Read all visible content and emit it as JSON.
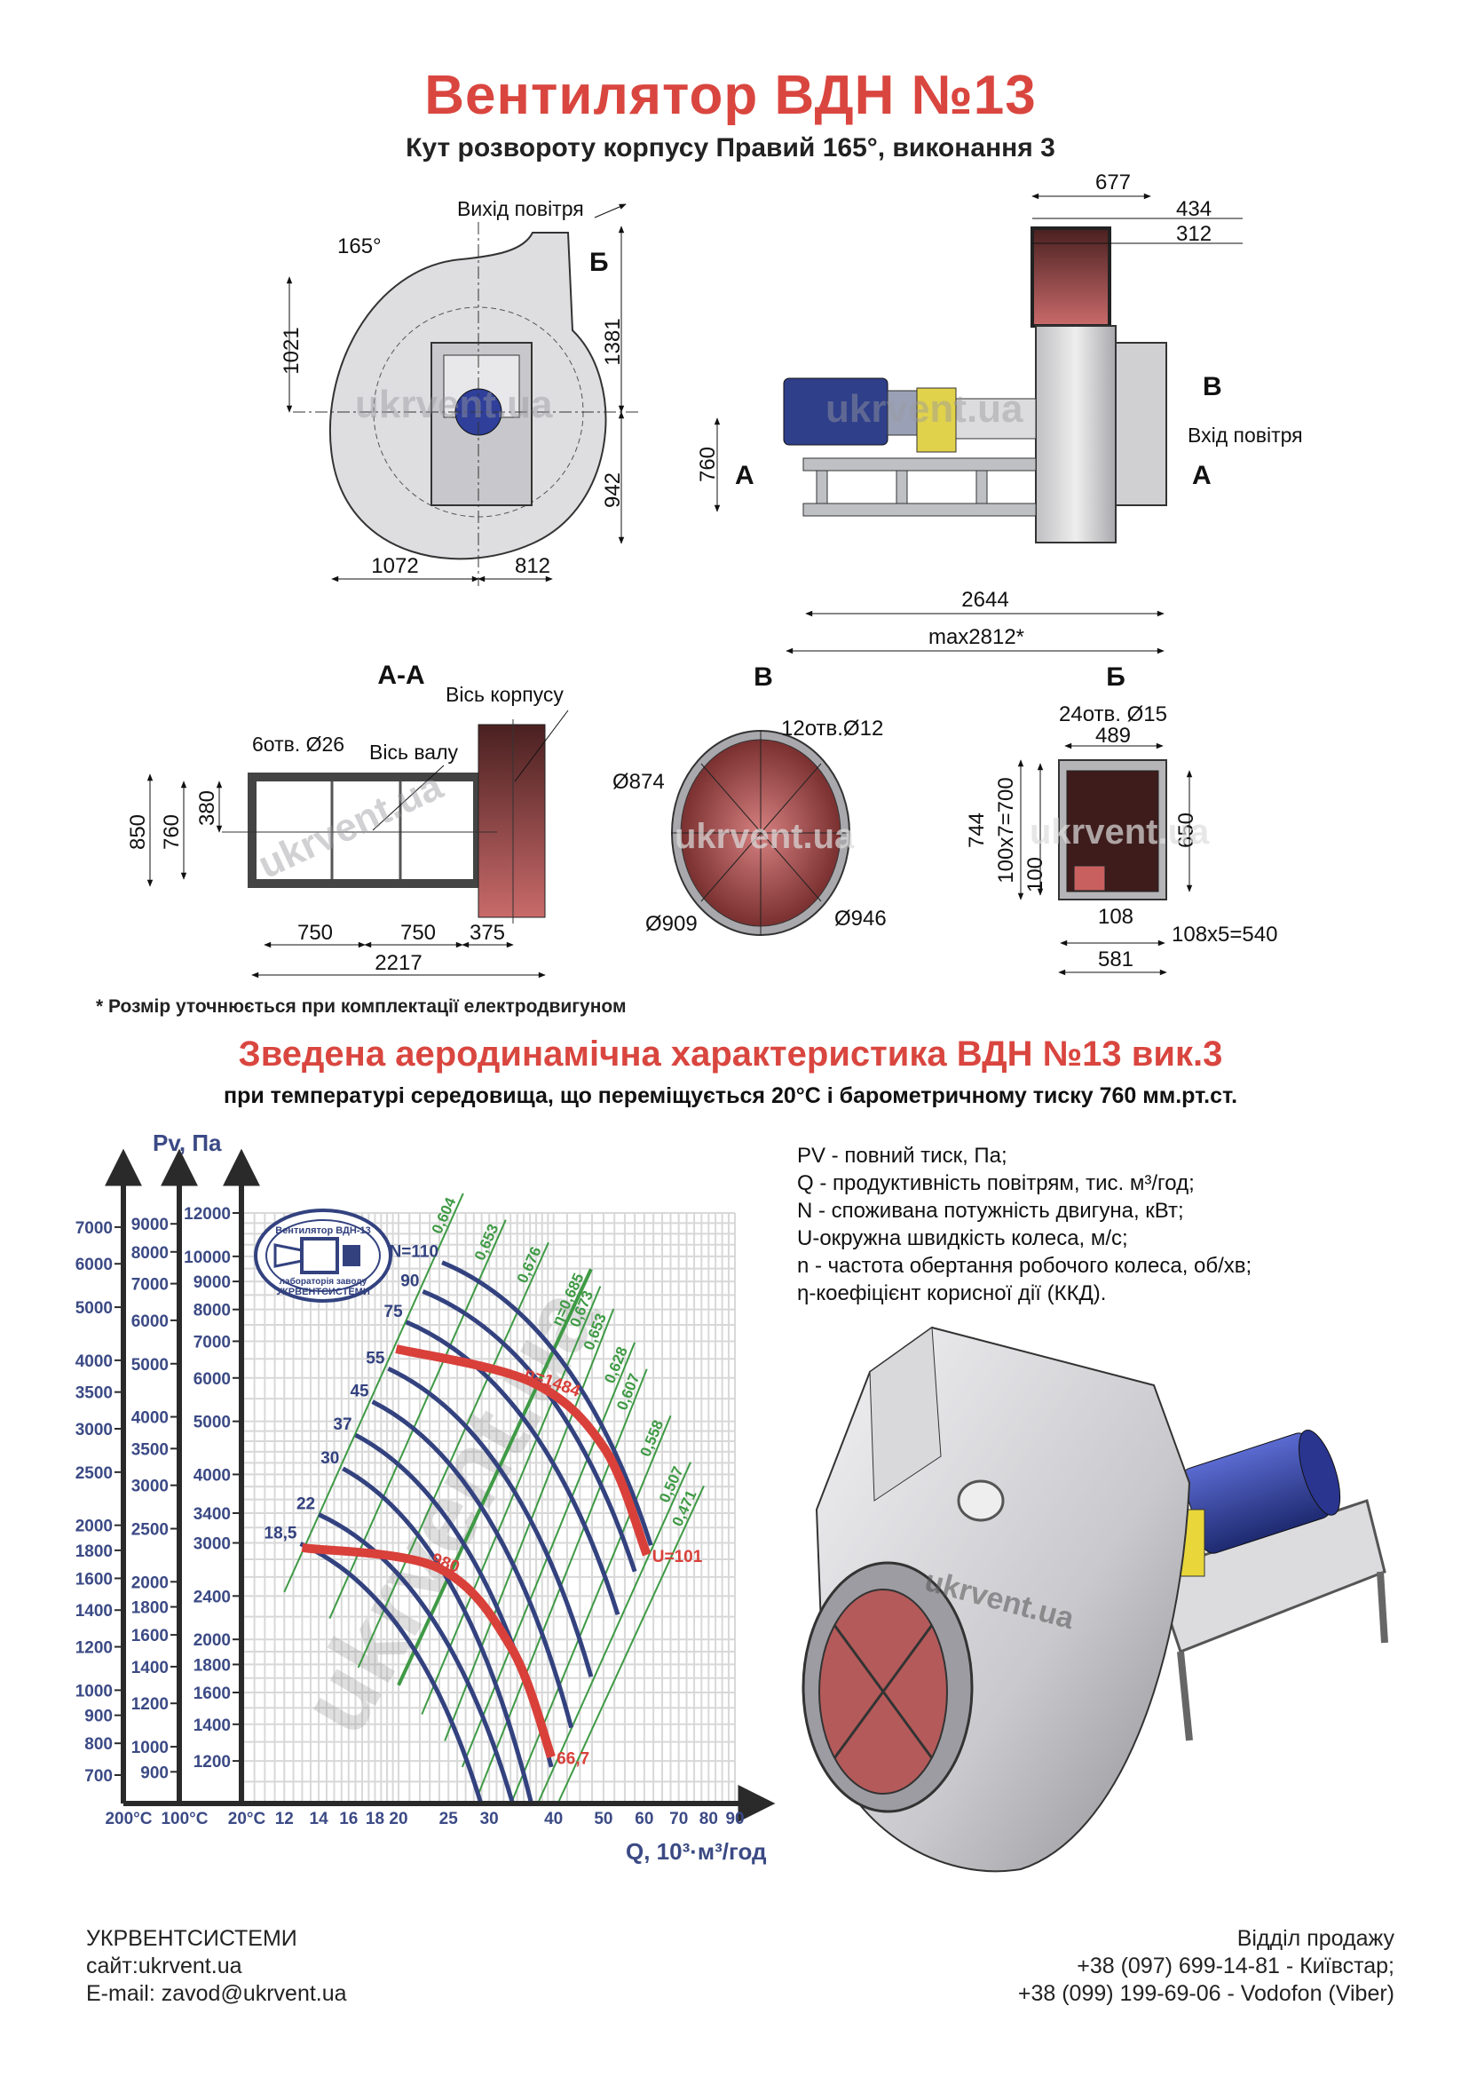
{
  "header": {
    "title": "Вентилятор  ВДН №13",
    "subtitle": "Кут розвороту корпусу Правий 165°, виконання 3"
  },
  "drawings": {
    "front_view": {
      "angle": "165°",
      "outlet_label": "Вихід повітря",
      "section_mark": "Б",
      "dims": {
        "height_upper": "1021",
        "height_outlet": "1381",
        "height_lower": "942",
        "width_left": "1072",
        "width_right": "812"
      }
    },
    "side_view": {
      "dims": {
        "top_677": "677",
        "top_434": "434",
        "top_312": "312",
        "height_760": "760",
        "length": "2644",
        "length_max": "max2812*"
      },
      "inlet_label": "Вхід повітря",
      "mark_b": "B",
      "mark_a_left": "А",
      "mark_a_right": "А"
    },
    "section_aa": {
      "title": "А-А",
      "case_axis": "Вісь корпусу",
      "shaft_axis": "Вісь валу",
      "holes": "6отв. Ø26",
      "dims": {
        "h850": "850",
        "h760": "760",
        "h380": "380",
        "w750a": "750",
        "w750b": "750",
        "w375": "375",
        "w2217": "2217"
      }
    },
    "view_b": {
      "title": "B",
      "holes": "12отв.Ø12",
      "d874": "Ø874",
      "d909": "Ø909",
      "d946": "Ø946"
    },
    "view_bb": {
      "title": "Б",
      "holes": "24отв. Ø15",
      "dims": {
        "w489": "489",
        "h744": "744",
        "h700": "100х7=700",
        "h100": "100",
        "h650": "650",
        "w108": "108",
        "w540": "108х5=540",
        "w581": "581"
      }
    },
    "footnote": "* Розмір уточнюється при комплектації електродвигуном",
    "watermark": "ukrvent.ua"
  },
  "section": {
    "title": "Зведена аеродинамічна характеристика ВДН №13 вик.3",
    "subtitle": "при температурі середовища, що переміщується 20°С і барометричному тиску 760 мм.рт.ст."
  },
  "legend": [
    "PV - повний тиск, Па;",
    "Q - продуктивність повітрям, тис. м³/год;",
    "N - споживана потужність двигуна, кВт;",
    "U-окружна швидкість колеса, м/с;",
    "n - частота обертання робочого колеса, об/хв;",
    "η-коефіцієнт корисної дії (ККД)."
  ],
  "stamp": {
    "top": "Вентилятор ВДН-13",
    "bottom1": "лабораторія заводу",
    "bottom2": "УКРВЕНТСИСТЕМИ"
  },
  "chart_data": {
    "type": "line",
    "title": "Зведена аеродинамічна характеристика ВДН №13 вик.3",
    "ylabel": "Pv, Па",
    "xlabel": "Q, 10³·м³/год",
    "xscale": "log",
    "yscale": "log",
    "xlim": [
      10,
      90
    ],
    "ylim": [
      1005,
      12000
    ],
    "grid": true,
    "x_ticks": [
      12,
      14,
      16,
      18,
      20,
      25,
      30,
      40,
      50,
      60,
      70,
      80,
      90
    ],
    "x_axis_temps": [
      "200°С",
      "100°С",
      "20°С"
    ],
    "y_axes": [
      {
        "name": "200°C",
        "density_ratio": 0.619,
        "ticks": [
          7000,
          6000,
          5000,
          4000,
          3500,
          3000,
          2500,
          2000,
          1800,
          1600,
          1400,
          1200,
          1000,
          900,
          800,
          700
        ]
      },
      {
        "name": "100°C",
        "density_ratio": 0.785,
        "ticks": [
          9000,
          8000,
          7000,
          6000,
          5000,
          4000,
          3500,
          3000,
          2500,
          2000,
          1800,
          1600,
          1400,
          1200,
          1000,
          900
        ]
      },
      {
        "name": "20°C",
        "density_ratio": 1.0,
        "ticks": [
          12000,
          10000,
          9000,
          8000,
          7000,
          6000,
          5000,
          4000,
          3400,
          3000,
          2400,
          2000,
          1800,
          1600,
          1400,
          1200
        ]
      }
    ],
    "power_curves": [
      {
        "label": "N=110",
        "points": [
          [
            24.3,
            9750
          ],
          [
            61.8,
            2970
          ]
        ]
      },
      {
        "label": "90",
        "points": [
          [
            22.3,
            8630
          ],
          [
            57.5,
            2660
          ]
        ]
      },
      {
        "label": "75",
        "points": [
          [
            20.7,
            7590
          ],
          [
            53.3,
            2220
          ]
        ]
      },
      {
        "label": "55",
        "points": [
          [
            19.1,
            6240
          ],
          [
            47.3,
            1710
          ]
        ]
      },
      {
        "label": "45",
        "points": [
          [
            17.8,
            5430
          ],
          [
            43.3,
            1380
          ]
        ]
      },
      {
        "label": "37",
        "points": [
          [
            16.5,
            4720
          ],
          [
            39.6,
            1170
          ]
        ]
      },
      {
        "label": "30",
        "points": [
          [
            15.6,
            4100
          ],
          [
            36.2,
            1005
          ]
        ]
      },
      {
        "label": "22",
        "points": [
          [
            14.0,
            3380
          ],
          [
            33.3,
            1005
          ]
        ]
      },
      {
        "label": "18,5",
        "points": [
          [
            12.9,
            2990
          ],
          [
            28.9,
            1005
          ]
        ]
      }
    ],
    "speed_curves": [
      {
        "label": "n=1484",
        "end_label": "U=101",
        "points": [
          [
            19.8,
            6780
          ],
          [
            36.2,
            5900
          ],
          [
            50.2,
            4465
          ],
          [
            60.7,
            2855
          ]
        ]
      },
      {
        "label": "980",
        "end_label": "66,7",
        "points": [
          [
            13.0,
            2940
          ],
          [
            23.9,
            2700
          ],
          [
            33.1,
            1932
          ],
          [
            39.6,
            1220
          ]
        ]
      }
    ],
    "efficiency_lines": [
      {
        "label": "0,604",
        "top": [
          26.7,
          13030
        ],
        "bottom": [
          12.0,
          2440
        ]
      },
      {
        "label": "0,653",
        "top": [
          32.3,
          11660
        ],
        "bottom": [
          14.7,
          2184
        ]
      },
      {
        "label": "0,676",
        "top": [
          39.1,
          10600
        ],
        "bottom": [
          16.7,
          1776
        ]
      },
      {
        "label": "η=0,685",
        "top": [
          47.3,
          9480
        ],
        "bottom": [
          20.0,
          1650
        ],
        "optimal": true
      },
      {
        "label": "0,673",
        "top": [
          49.3,
          8820
        ],
        "bottom": [
          22.2,
          1460
        ]
      },
      {
        "label": "0,653",
        "top": [
          52.3,
          8020
        ],
        "bottom": [
          24.6,
          1306
        ]
      },
      {
        "label": "0,628",
        "top": [
          57.5,
          6970
        ],
        "bottom": [
          26.6,
          1170
        ]
      },
      {
        "label": "0,607",
        "top": [
          60.7,
          6230
        ],
        "bottom": [
          28.6,
          1045
        ]
      },
      {
        "label": "0,558",
        "top": [
          67.5,
          5120
        ],
        "bottom": [
          33.1,
          1005
        ]
      },
      {
        "label": "0,507",
        "top": [
          73.8,
          4210
        ],
        "bottom": [
          37.3,
          1005
        ]
      },
      {
        "label": "0,471",
        "top": [
          78.3,
          3810
        ],
        "bottom": [
          40.8,
          1005
        ]
      }
    ],
    "colors": {
      "power": "#33427f",
      "speed": "#d9403a",
      "efficiency": "#3f9a45",
      "axis_text": "#3b4a85",
      "grid": "#d8d8d8"
    }
  },
  "footer": {
    "company": "УКРВЕНТСИСТЕМИ",
    "site": "сайт:ukrvent.ua",
    "email": "E-mail: zavod@ukrvent.ua",
    "sales": "Відділ продажу",
    "phone1": "+38 (097) 699-14-81 - Київстар;",
    "phone2": "+38 (099) 199-69-06 - Vodofon (Viber)"
  }
}
